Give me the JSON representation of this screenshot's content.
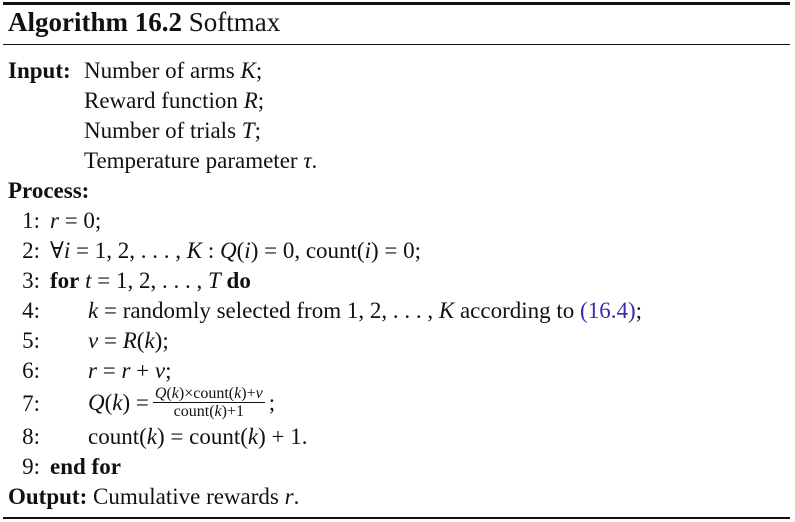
{
  "algorithm": {
    "label": "Algorithm 16.2",
    "name": "Softmax"
  },
  "input": {
    "label": "Input:",
    "items": [
      {
        "text": "Number of arms ",
        "var": "K",
        "end": ";"
      },
      {
        "text": "Reward function ",
        "var": "R",
        "end": ";"
      },
      {
        "text": "Number of trials ",
        "var": "T",
        "end": ";"
      },
      {
        "text": "Temperature parameter ",
        "var": "τ",
        "end": "."
      }
    ]
  },
  "process": {
    "label": "Process:",
    "steps": [
      {
        "num": "1:"
      },
      {
        "num": "2:"
      },
      {
        "num": "3:",
        "kw_for": "for",
        "kw_do": "do"
      },
      {
        "num": "4:",
        "text": " = randomly selected from 1, 2, . . . , ",
        "ref": "(16.4)",
        "ref_pre": " according to ",
        "end": ";"
      },
      {
        "num": "5:"
      },
      {
        "num": "6:"
      },
      {
        "num": "7:",
        "frac_num": "Q(k)×count(k)+v",
        "frac_den": "count(k)+1"
      },
      {
        "num": "8:"
      },
      {
        "num": "9:",
        "kw_end": "end for"
      }
    ]
  },
  "output": {
    "label": "Output:",
    "text": "Cumulative rewards ",
    "var": "r",
    "end": "."
  }
}
